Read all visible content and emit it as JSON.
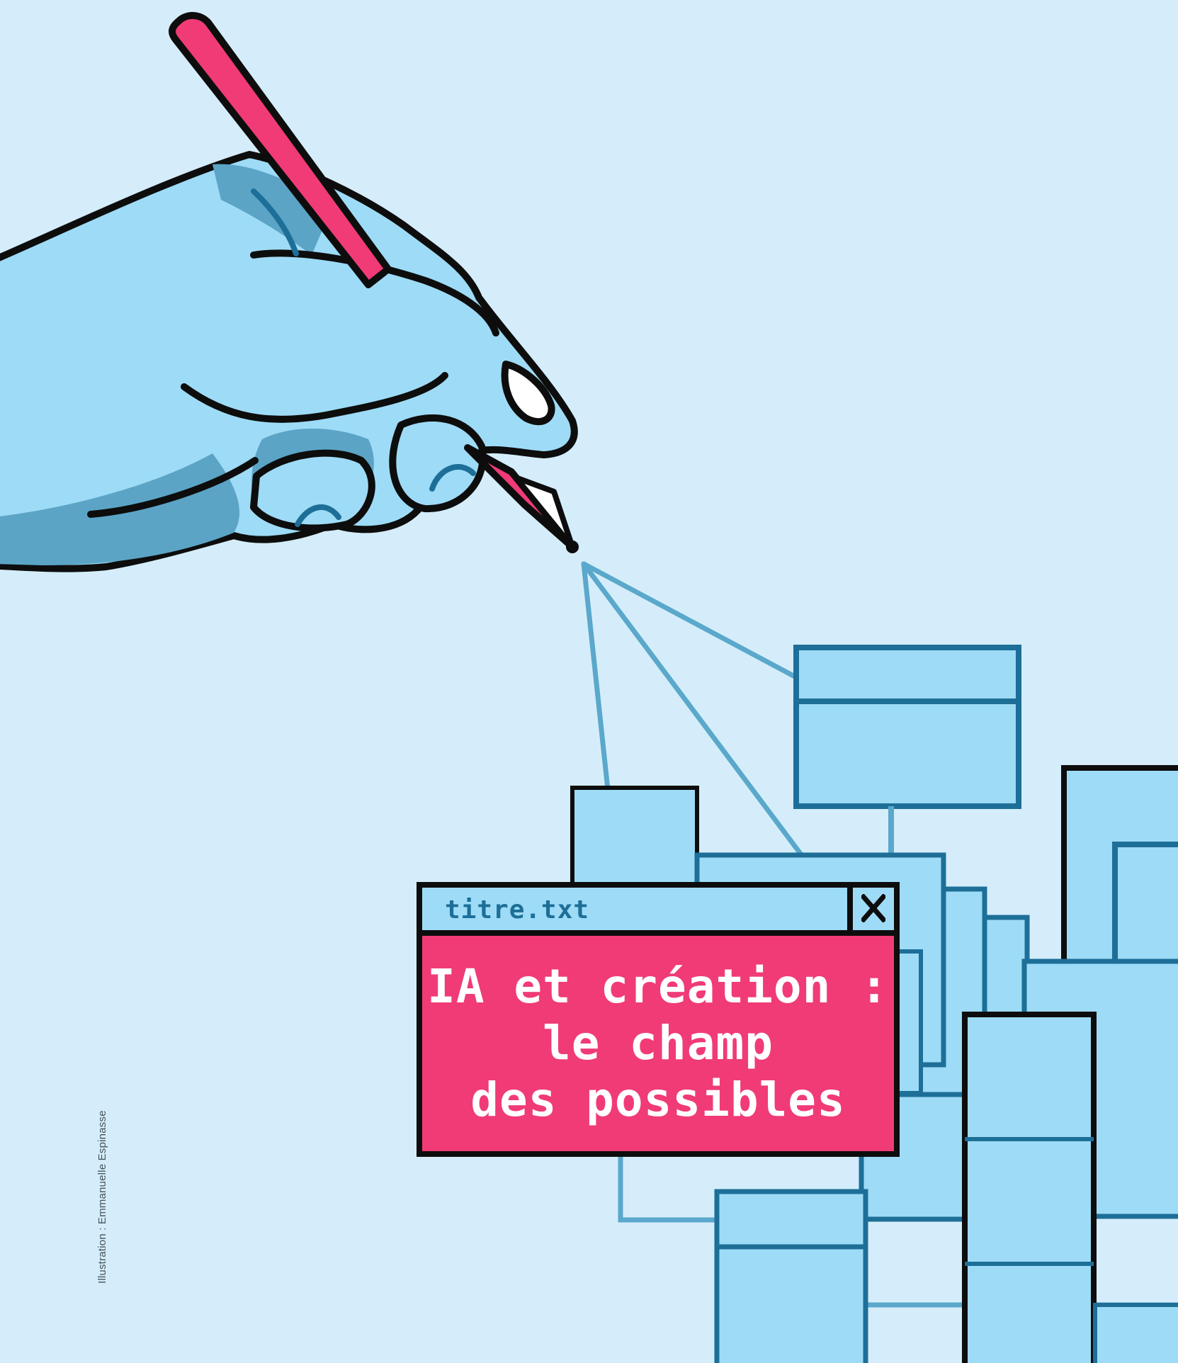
{
  "window": {
    "filename": "titre.txt",
    "close_icon": "close-icon",
    "headline": [
      "IA et création :",
      "le champ",
      "des possibles"
    ]
  },
  "credit": "Illustration : Emmanuelle Espinasse",
  "icons": [
    "hand-icon",
    "pencil-icon",
    "diagram-boxes"
  ],
  "colors": {
    "background": "#d5edfa",
    "box_fill": "#9edbf6",
    "box_stroke": "#1d6f98",
    "outline": "#0d0d0d",
    "accent_pink": "#f03b77",
    "hand_shadow": "#5ba4c6"
  }
}
